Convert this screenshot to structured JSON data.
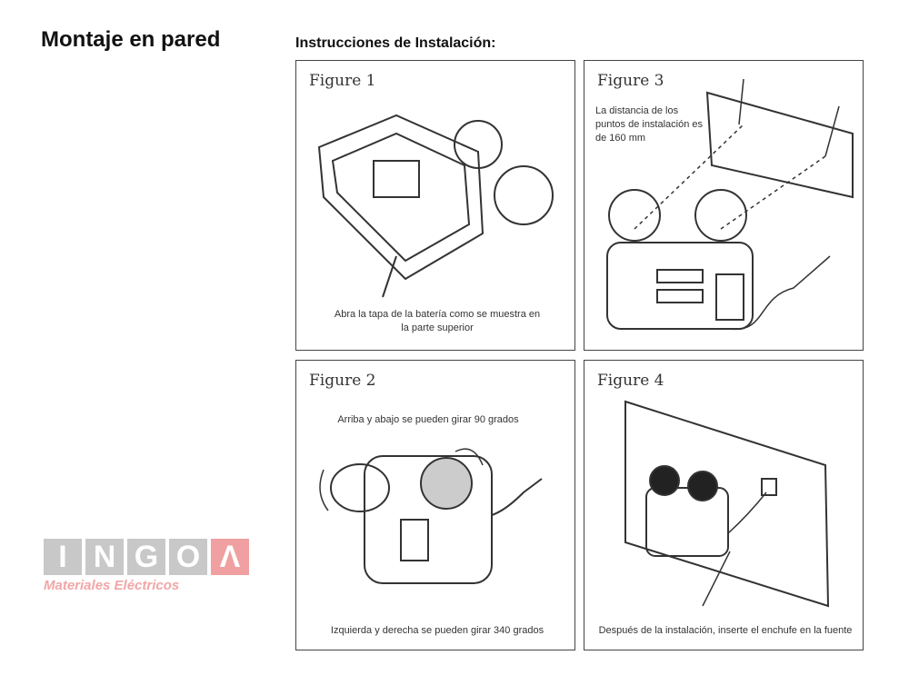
{
  "title": "Montaje en pared",
  "subtitle": "Instrucciones de Instalación:",
  "figures": [
    {
      "label": "Figure 1",
      "caption": "Abra la tapa de la batería como se muestra en la parte superior"
    },
    {
      "label": "Figure 3",
      "caption": "La distancia de los puntos de instalación es de 160 mm"
    },
    {
      "label": "Figure 2",
      "caption_top": "Arriba y abajo se pueden girar 90 grados",
      "caption": "Izquierda y derecha se pueden girar 340 grados"
    },
    {
      "label": "Figure 4",
      "caption": "Después de la instalación, inserte el enchufe en la fuente"
    }
  ],
  "logo": {
    "letters": [
      "I",
      "N",
      "G",
      "O",
      "Λ"
    ],
    "tagline": "Materiales Eléctricos"
  }
}
